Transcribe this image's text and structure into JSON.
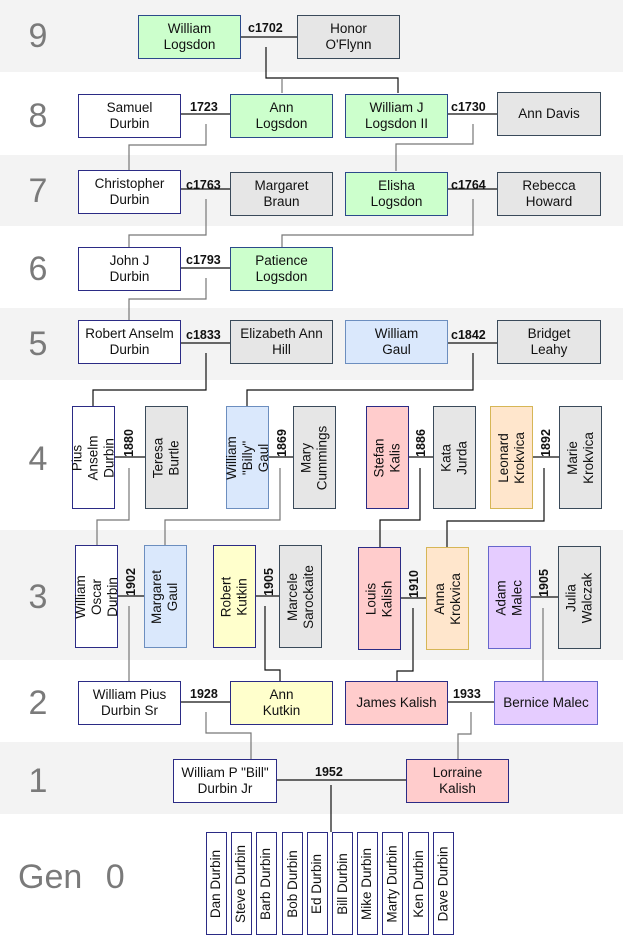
{
  "generations": [
    {
      "label": "9"
    },
    {
      "label": "8"
    },
    {
      "label": "7"
    },
    {
      "label": "6"
    },
    {
      "label": "5"
    },
    {
      "label": "4"
    },
    {
      "label": "3"
    },
    {
      "label": "2"
    },
    {
      "label": "1"
    },
    {
      "label_word": "Gen",
      "label_num": "0"
    }
  ],
  "colors": {
    "direct_line": "#ffffff",
    "logsdon": "#ccffcc",
    "spouse": "#e6e6e6",
    "gaul": "#dae8fc",
    "kalish": "#ffcccc",
    "krokvica": "#ffe6cc",
    "kutkin": "#ffffcc",
    "malec": "#e5ccff",
    "band": "#f3f3f3"
  },
  "people": {
    "william_logsdon": "William\nLogsdon",
    "honor_oflynn": "Honor\nO'Flynn",
    "samuel_durbin": "Samuel\nDurbin",
    "ann_logsdon": "Ann\nLogsdon",
    "william_j_logsdon_ii": "William J\nLogsdon II",
    "ann_davis": "Ann Davis",
    "christopher_durbin": "Christopher\nDurbin",
    "margaret_braun": "Margaret\nBraun",
    "elisha_logsdon": "Elisha\nLogsdon",
    "rebecca_howard": "Rebecca\nHoward",
    "john_j_durbin": "John J\nDurbin",
    "patience_logsdon": "Patience\nLogsdon",
    "robert_anselm_durbin": "Robert Anselm\nDurbin",
    "elizabeth_ann_hill": "Elizabeth Ann\nHill",
    "william_gaul": "William\nGaul",
    "bridget_leahy": "Bridget\nLeahy",
    "pius_anselm_durbin": "Pius Anselm\nDurbin",
    "teresa_burtle": "Teresa\nBurtle",
    "william_billy_gaul": "William \"Billy\"\nGaul",
    "mary_cummings": "Mary\nCummings",
    "stefan_kalis": "Stefan Kalis",
    "kata_jurda": "Kata Jurda",
    "leonard_krokvica": "Leonard\nKrokvica",
    "marie_krokvica": "Marie\nKrokvica",
    "william_oscar_durbin": "William Oscar\nDurbin",
    "margaret_gaul": "Margaret\nGaul",
    "robert_kutkin": "Robert\nKutkin",
    "marcele_sarockaite": "Marcele\nSarockaite",
    "louis_kalish": "Louis Kalish",
    "anna_krokvica": "Anna Krokvica",
    "adam_malec": "Adam Malec",
    "julia_walczak": "Julia Walczak",
    "william_pius_durbin_sr": "William Pius\nDurbin Sr",
    "ann_kutkin": "Ann\nKutkin",
    "james_kalish": "James Kalish",
    "bernice_malec": "Bernice Malec",
    "william_p_bill_durbin_jr": "William P \"Bill\"\nDurbin Jr",
    "lorraine_kalish": "Lorraine\nKalish"
  },
  "children": [
    "Dan Durbin",
    "Steve Durbin",
    "Barb Durbin",
    "Bob Durbin",
    "Ed Durbin",
    "Bill Durbin",
    "Mike Durbin",
    "Marty Durbin",
    "Ken Durbin",
    "Dave Durbin"
  ],
  "marriages": {
    "logsdon_oflynn": "c1702",
    "durbin_logsdon": "1723",
    "logsdon_davis": "c1730",
    "durbin_braun": "c1763",
    "logsdon_howard": "c1764",
    "durbin_logsdon2": "c1793",
    "durbin_hill": "c1833",
    "gaul_leahy": "c1842",
    "durbin_burtle": "1880",
    "gaul_cummings": "1869",
    "kalis_jurda": "1886",
    "krokvica_krokvica": "1892",
    "durbin_gaul": "1902",
    "kutkin_sarockaite": "1905",
    "kalish_krokvica": "1910",
    "malec_walczak": "1905",
    "durbin_kutkin": "1928",
    "kalish_malec": "1933",
    "durbin_kalish": "1952"
  }
}
